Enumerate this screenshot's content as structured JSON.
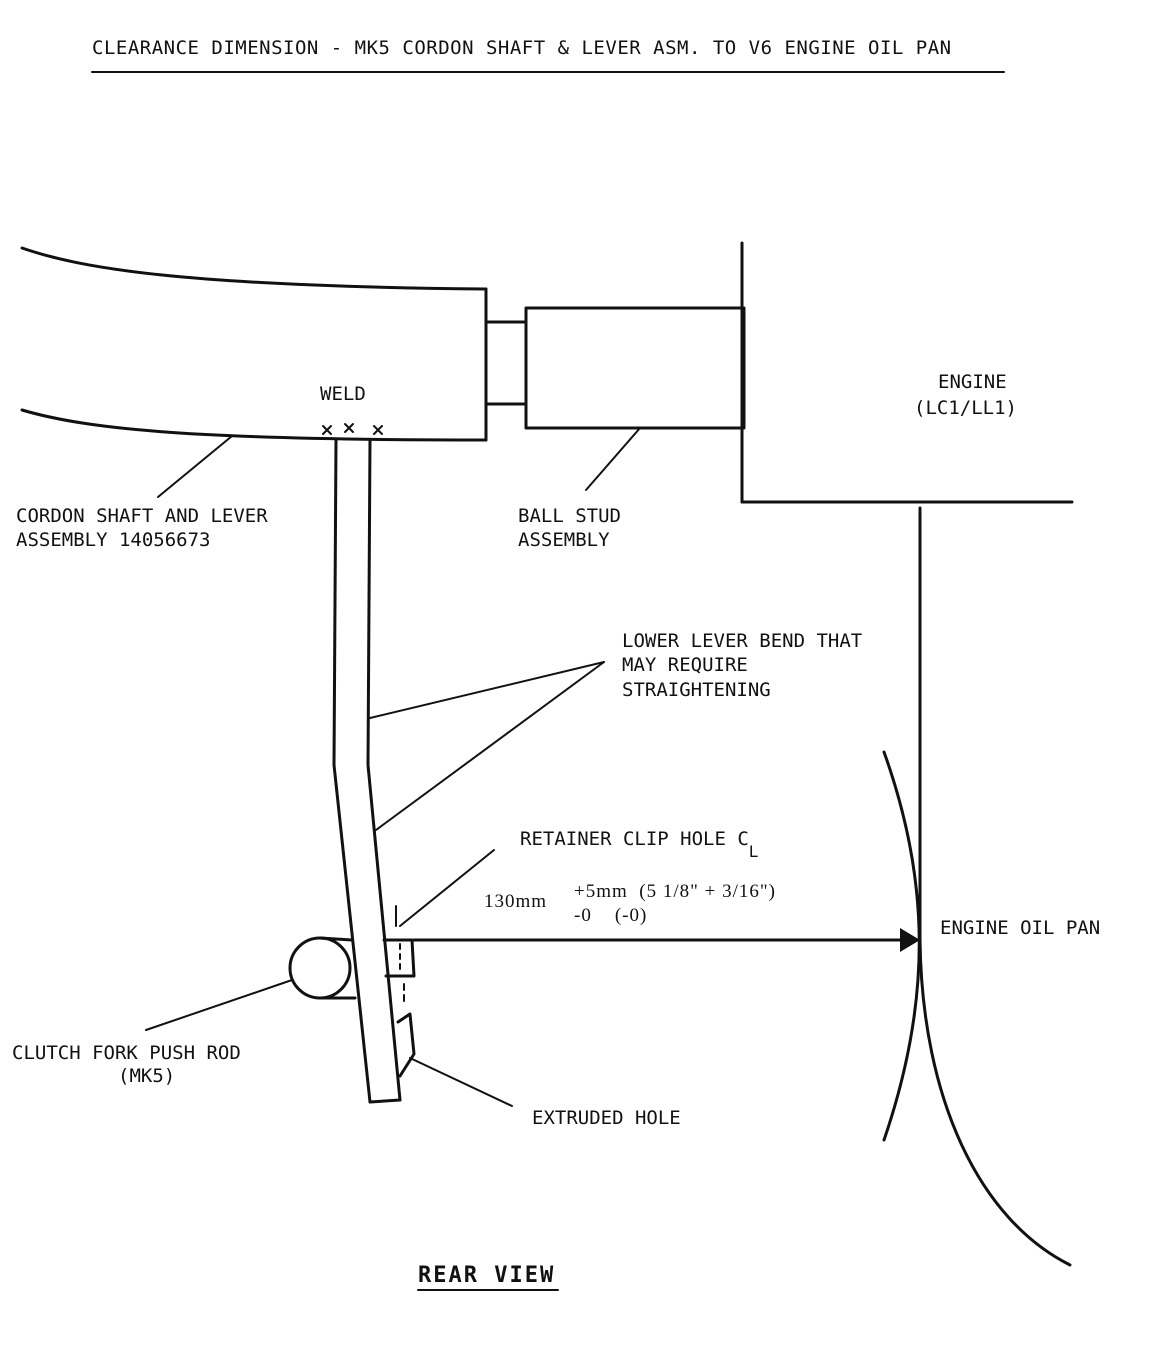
{
  "title": "CLEARANCE DIMENSION - MK5 CORDON SHAFT & LEVER ASM. TO V6 ENGINE OIL PAN",
  "labels": {
    "weld": "WELD",
    "engine_line1": "ENGINE",
    "engine_line2": "(LC1/LL1)",
    "cordon_line1": "CORDON SHAFT AND LEVER",
    "cordon_line2": "ASSEMBLY 14056673",
    "ball_stud_line1": "BALL STUD",
    "ball_stud_line2": "ASSEMBLY",
    "lower_bend_line1": "LOWER LEVER BEND THAT",
    "lower_bend_line2": "MAY REQUIRE",
    "lower_bend_line3": "STRAIGHTENING",
    "retainer_clip": "RETAINER CLIP HOLE C",
    "retainer_clip_sub": "L",
    "oil_pan": "ENGINE OIL PAN",
    "clutch_line1": "CLUTCH FORK PUSH ROD",
    "clutch_line2": "(MK5)",
    "extruded_hole": "EXTRUDED HOLE"
  },
  "dimension": {
    "nominal": "130mm",
    "tol_plus": "+5mm  (5 1/8\" + 3/16\")",
    "tol_minus": "-0    (-0)"
  },
  "caption": "REAR VIEW"
}
